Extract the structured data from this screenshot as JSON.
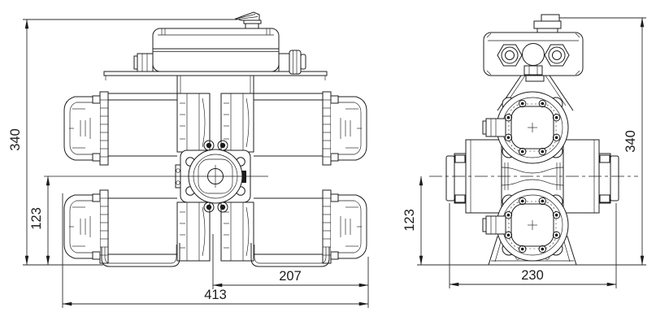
{
  "colors": {
    "line": "#1c1c1c",
    "background": "#ffffff"
  },
  "views": {
    "front": {
      "dims": {
        "overall_height": "340",
        "axis_height": "123",
        "center_to_end": "207",
        "overall_width": "413"
      }
    },
    "side": {
      "dims": {
        "overall_height": "340",
        "axis_height": "123",
        "overall_width": "230"
      }
    }
  }
}
